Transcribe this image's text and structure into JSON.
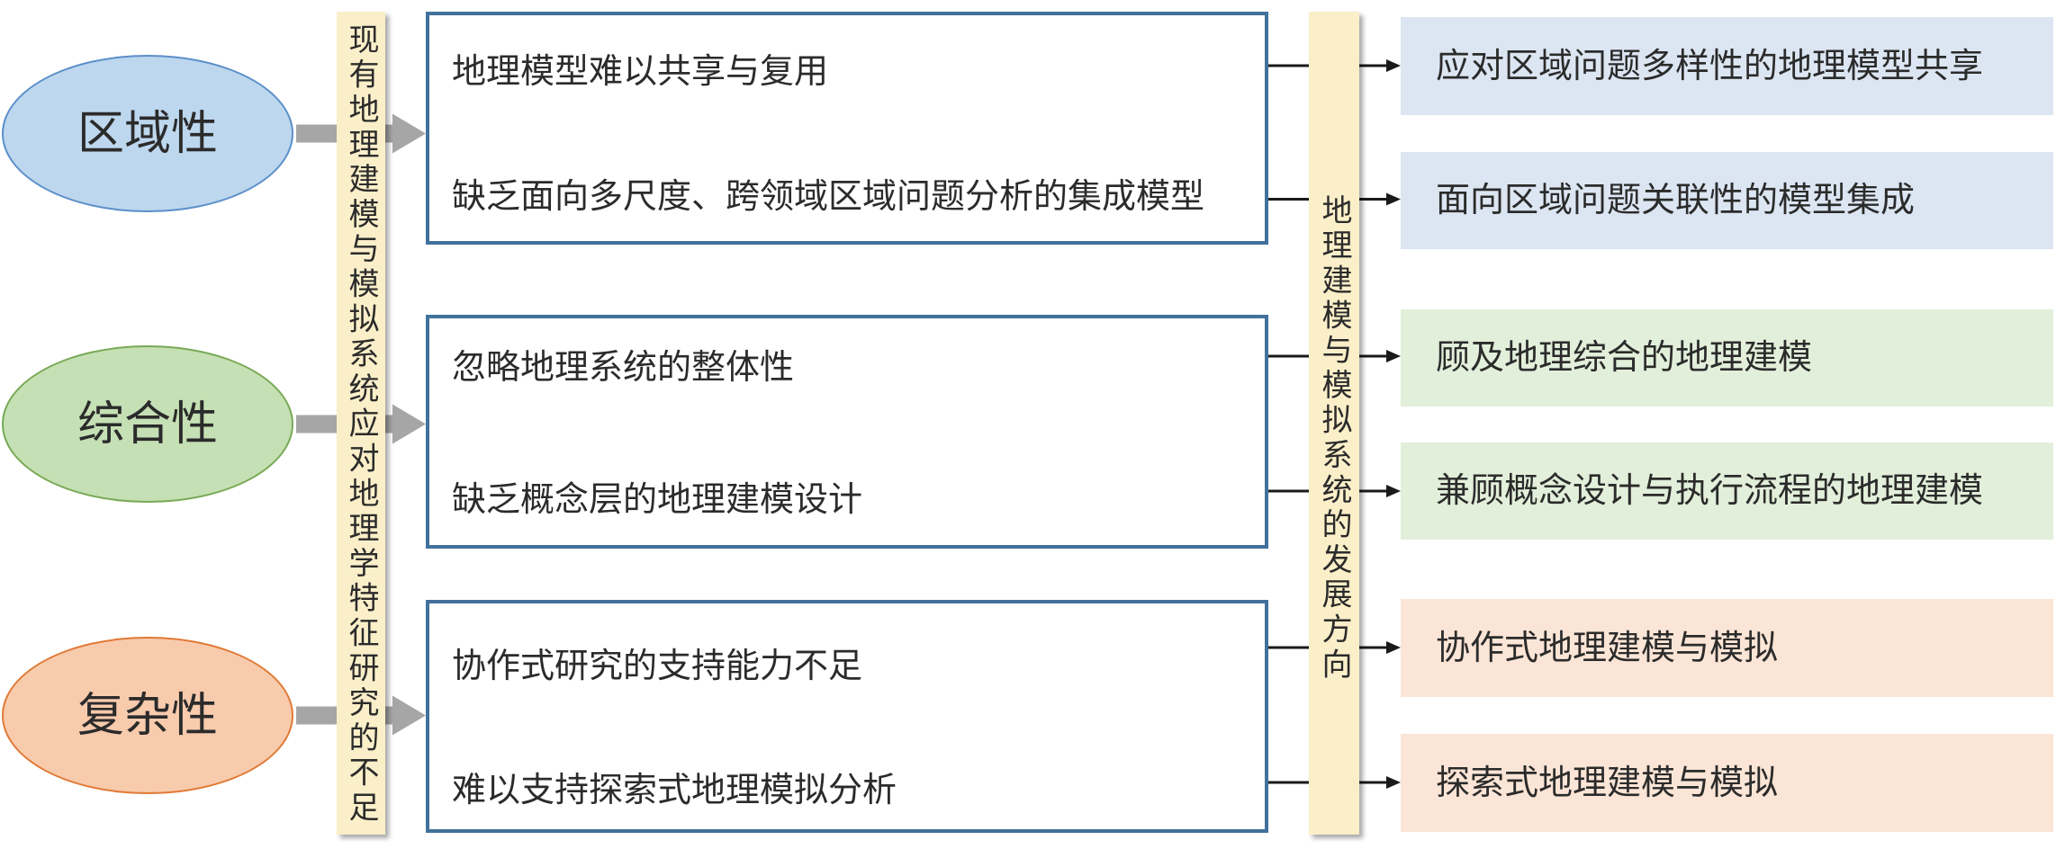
{
  "colors": {
    "box_border": "#41719c",
    "bar_fill": "#fbefc9",
    "arrow_gray": "#a6a6a6",
    "connector": "#1a1a1a",
    "text": "#2b2b2b"
  },
  "characteristics": [
    {
      "label": "区域性",
      "fill": "#bdd7ee",
      "stroke": "#5b8fc9"
    },
    {
      "label": "综合性",
      "fill": "#c5e0b4",
      "stroke": "#78a955"
    },
    {
      "label": "复杂性",
      "fill": "#f8cbad",
      "stroke": "#e07a36"
    }
  ],
  "shortcomings": {
    "title": "现有地理建模与模拟系统应对地理学特征研究的不足",
    "groups": [
      [
        "地理模型难以共享与复用",
        "缺乏面向多尺度、跨领域区域问题分析的集成模型"
      ],
      [
        "忽略地理系统的整体性",
        "缺乏概念层的地理建模设计"
      ],
      [
        "协作式研究的支持能力不足",
        "难以支持探索式地理模拟分析"
      ]
    ]
  },
  "directions": {
    "title": "地理建模与模拟系统的发展方向",
    "items": [
      {
        "label": "应对区域问题多样性的地理模型共享",
        "fill": "#dce6f2"
      },
      {
        "label": "面向区域问题关联性的模型集成",
        "fill": "#dce6f2"
      },
      {
        "label": "顾及地理综合的地理建模",
        "fill": "#e2efda"
      },
      {
        "label": "兼顾概念设计与执行流程的地理建模",
        "fill": "#e2efda"
      },
      {
        "label": "协作式地理建模与模拟",
        "fill": "#fbe5d6"
      },
      {
        "label": "探索式地理建模与模拟",
        "fill": "#fbe5d6"
      }
    ]
  }
}
